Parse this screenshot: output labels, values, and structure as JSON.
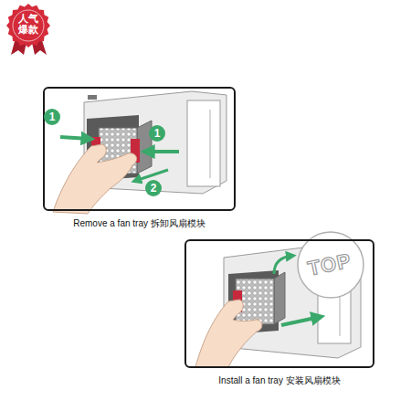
{
  "diagram": {
    "nodes": [
      {
        "text": [
          "人气 爆款"
        ]
      },
      {
        "text": [
          "Remove a fan tray 拆卸风扇模块"
        ]
      },
      {
        "text": [
          "Install a fan tray 安装风扇模块"
        ]
      }
    ],
    "labels": [
      "1",
      "1",
      "2",
      "TOP"
    ]
  }
}
